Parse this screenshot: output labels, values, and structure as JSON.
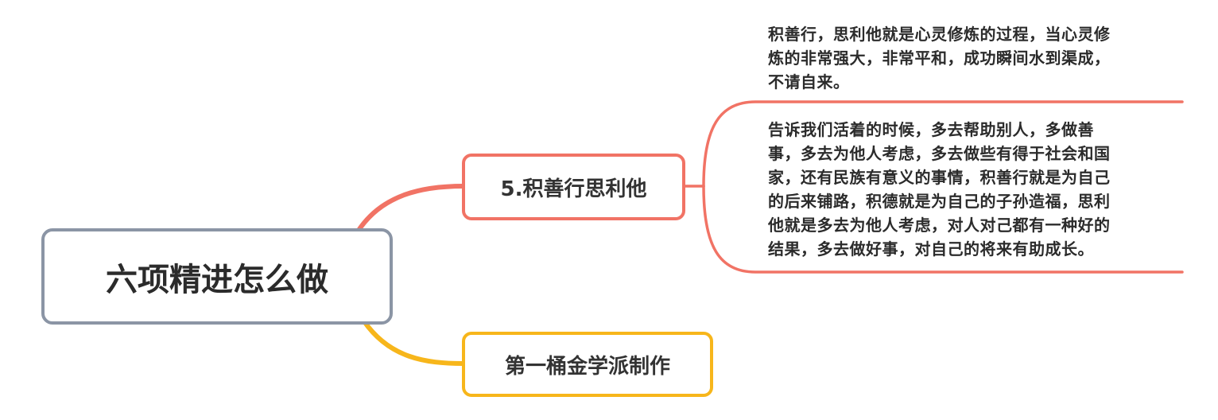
{
  "mindmap": {
    "root": {
      "label": "六项精进怎么做",
      "border_color": "#8b95a5"
    },
    "branches": [
      {
        "label": "5.积善行思利他",
        "color": "#f17365",
        "notes": [
          {
            "lines": [
              "积善行，思利他就是心灵修炼的过程，当心灵修",
              "炼的非常强大，非常平和，成功瞬间水到渠成，",
              "不请自来。"
            ]
          },
          {
            "lines": [
              "告诉我们活着的时候，多去帮助别人，多做善",
              "事，多去为他人考虑，多去做些有得于社会和国",
              "家，还有民族有意义的事情，积善行就是为自己",
              "的后来铺路，积德就是为自己的子孙造福，思利",
              "他就是多去为他人考虑，对人对己都有一种好的",
              "结果，多去做好事，对自己的将来有助成长。"
            ]
          }
        ]
      },
      {
        "label": "第一桶金学派制作",
        "color": "#f7b61b"
      }
    ]
  }
}
